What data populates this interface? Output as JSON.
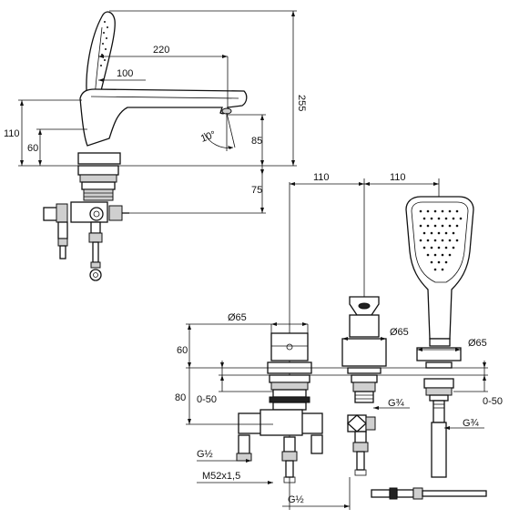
{
  "dimensions": {
    "spout_reach": "220",
    "spout_to_axis": "100",
    "total_height": "255",
    "body_height": "110",
    "lever_height": "60",
    "outlet_height": "85",
    "under_deck": "75",
    "angle": "10°",
    "spacing_left": "110",
    "spacing_right": "110",
    "dia_mixer": "Ø65",
    "dia_spout": "Ø65",
    "dia_shower": "Ø65",
    "mixer_height": "60",
    "mount_height": "80",
    "deck_range_left": "0-50",
    "deck_range_right": "0-50",
    "thread_spout": "G¾",
    "thread_shower": "G¾",
    "thread_inlet": "G½",
    "thread_mount": "M52x1,5",
    "thread_bottom": "G½"
  }
}
